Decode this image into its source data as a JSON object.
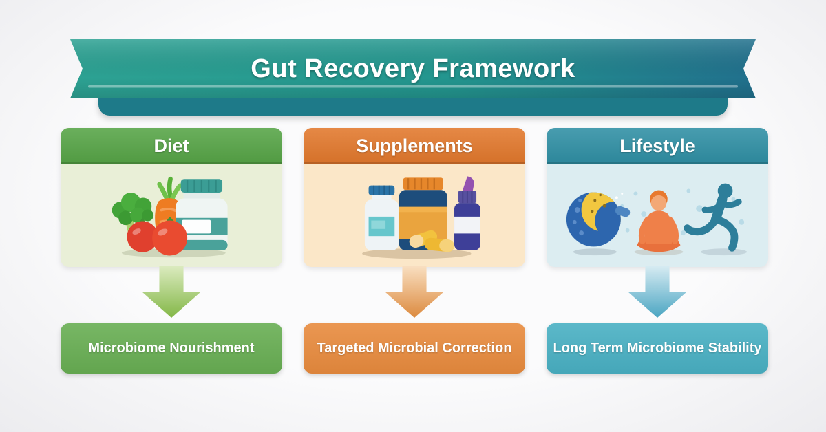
{
  "banner": {
    "title": "Gut Recovery Framework",
    "ribbon_left": "#2da293",
    "ribbon_mid": "#23968f",
    "ribbon_right": "#21708d",
    "subbar_color": "#1e7a89"
  },
  "columns": [
    {
      "header": "Diet",
      "result": "Microbiome Nourishment",
      "icon": "vegetables-and-probiotic-jar-icon",
      "header_color": "#56a446",
      "body_color": "#e9efd7",
      "box_color": "#68ae53",
      "arrow_from": "#dcebc0",
      "arrow_to": "#83b747"
    },
    {
      "header": "Supplements",
      "result": "Targeted Microbial Correction",
      "icon": "supplement-bottles-and-pills-icon",
      "header_color": "#e2782c",
      "body_color": "#fbe7c8",
      "box_color": "#e88b3e",
      "arrow_from": "#f9e0c2",
      "arrow_to": "#dc8a3f"
    },
    {
      "header": "Lifestyle",
      "result": "Long Term Microbiome Stability",
      "icon": "sleep-meditation-exercise-icon",
      "header_color": "#2f8fa4",
      "body_color": "#dcedf1",
      "box_color": "#49b0c3",
      "arrow_from": "#d8ecf3",
      "arrow_to": "#4aa5c2"
    }
  ]
}
